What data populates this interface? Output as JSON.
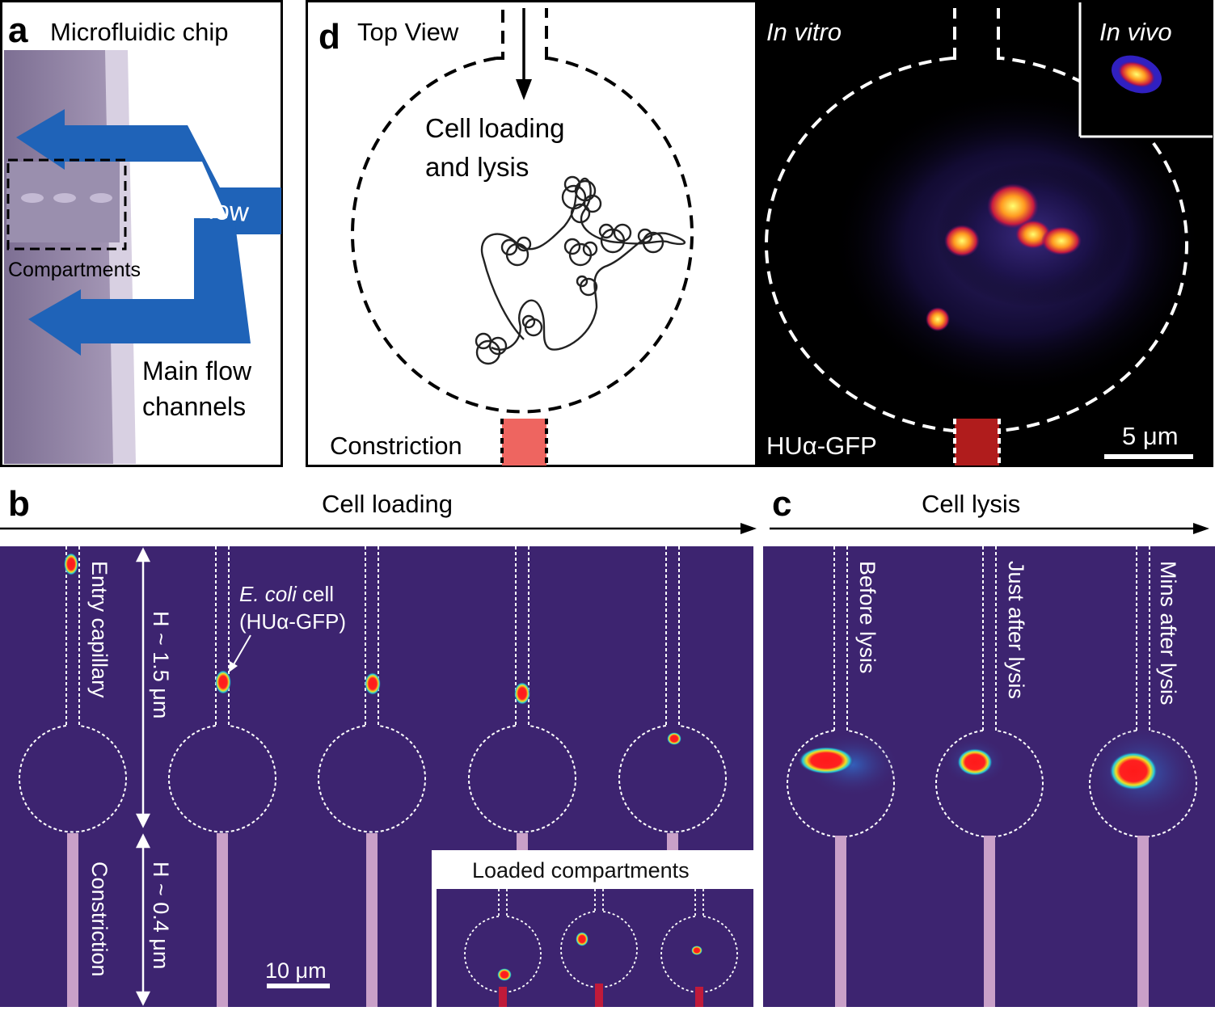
{
  "panel_a": {
    "letter": "a",
    "title": "Microfluidic chip",
    "flow_label": "Flow",
    "compartments_label": "Compartments",
    "main_flow_line1": "Main flow",
    "main_flow_line2": "channels"
  },
  "panel_d": {
    "letter": "d",
    "top_view": "Top View",
    "loading_line1": "Cell loading",
    "loading_line2": "and lysis",
    "constriction": "Constriction",
    "in_vitro": "In vitro",
    "in_vivo": "In vivo",
    "protein": "HUα-GFP",
    "scale": "5 μm"
  },
  "panel_b": {
    "letter": "b",
    "arrow_label": "Cell loading",
    "entry_capillary": "Entry capillary",
    "constriction": "Constriction",
    "height_capillary": "H ~ 1.5 μm",
    "height_constriction": "H ~ 0.4 μm",
    "cell_label_italic": "E. coli",
    "cell_label_rest": " cell",
    "cell_label_line2": "(HUα-GFP)",
    "inset_title": "Loaded compartments",
    "scale": "10 μm"
  },
  "panel_c": {
    "letter": "c",
    "arrow_label": "Cell lysis",
    "before": "Before lysis",
    "just_after": "Just after lysis",
    "mins_after": "Mins after lysis"
  },
  "colors": {
    "micro_bg": "#3d2470",
    "constriction_pink": "#c9a0c8",
    "flow_blue": "#1f63b8",
    "constriction_red_light": "#ee6560",
    "constriction_red_dark": "#b01c1c"
  }
}
